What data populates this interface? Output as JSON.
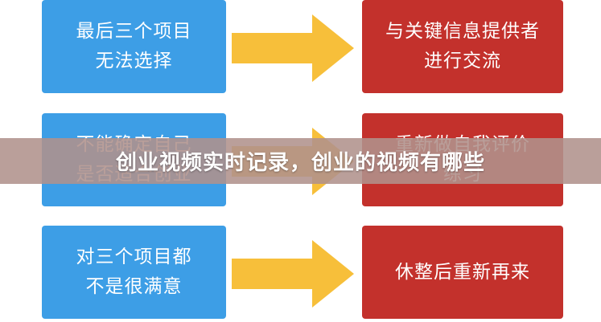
{
  "banner": {
    "title": "创业视频实时记录，创业的视频有哪些"
  },
  "rows": [
    {
      "left_lines": [
        "最后三个项目",
        "无法选择"
      ],
      "right_lines": [
        "与关键信息提供者",
        "进行交流"
      ]
    },
    {
      "left_lines": [
        "不能确定自己",
        "是否适合创业"
      ],
      "right_lines": [
        "重新做自我评价",
        "练习"
      ]
    },
    {
      "left_lines": [
        "对三个项目都",
        "不是很满意"
      ],
      "right_lines": [
        "休整后重新再来"
      ]
    }
  ],
  "colors": {
    "left_box": "#3d9ee6",
    "right_box": "#c3312c",
    "arrow": "#f7bf3a"
  }
}
